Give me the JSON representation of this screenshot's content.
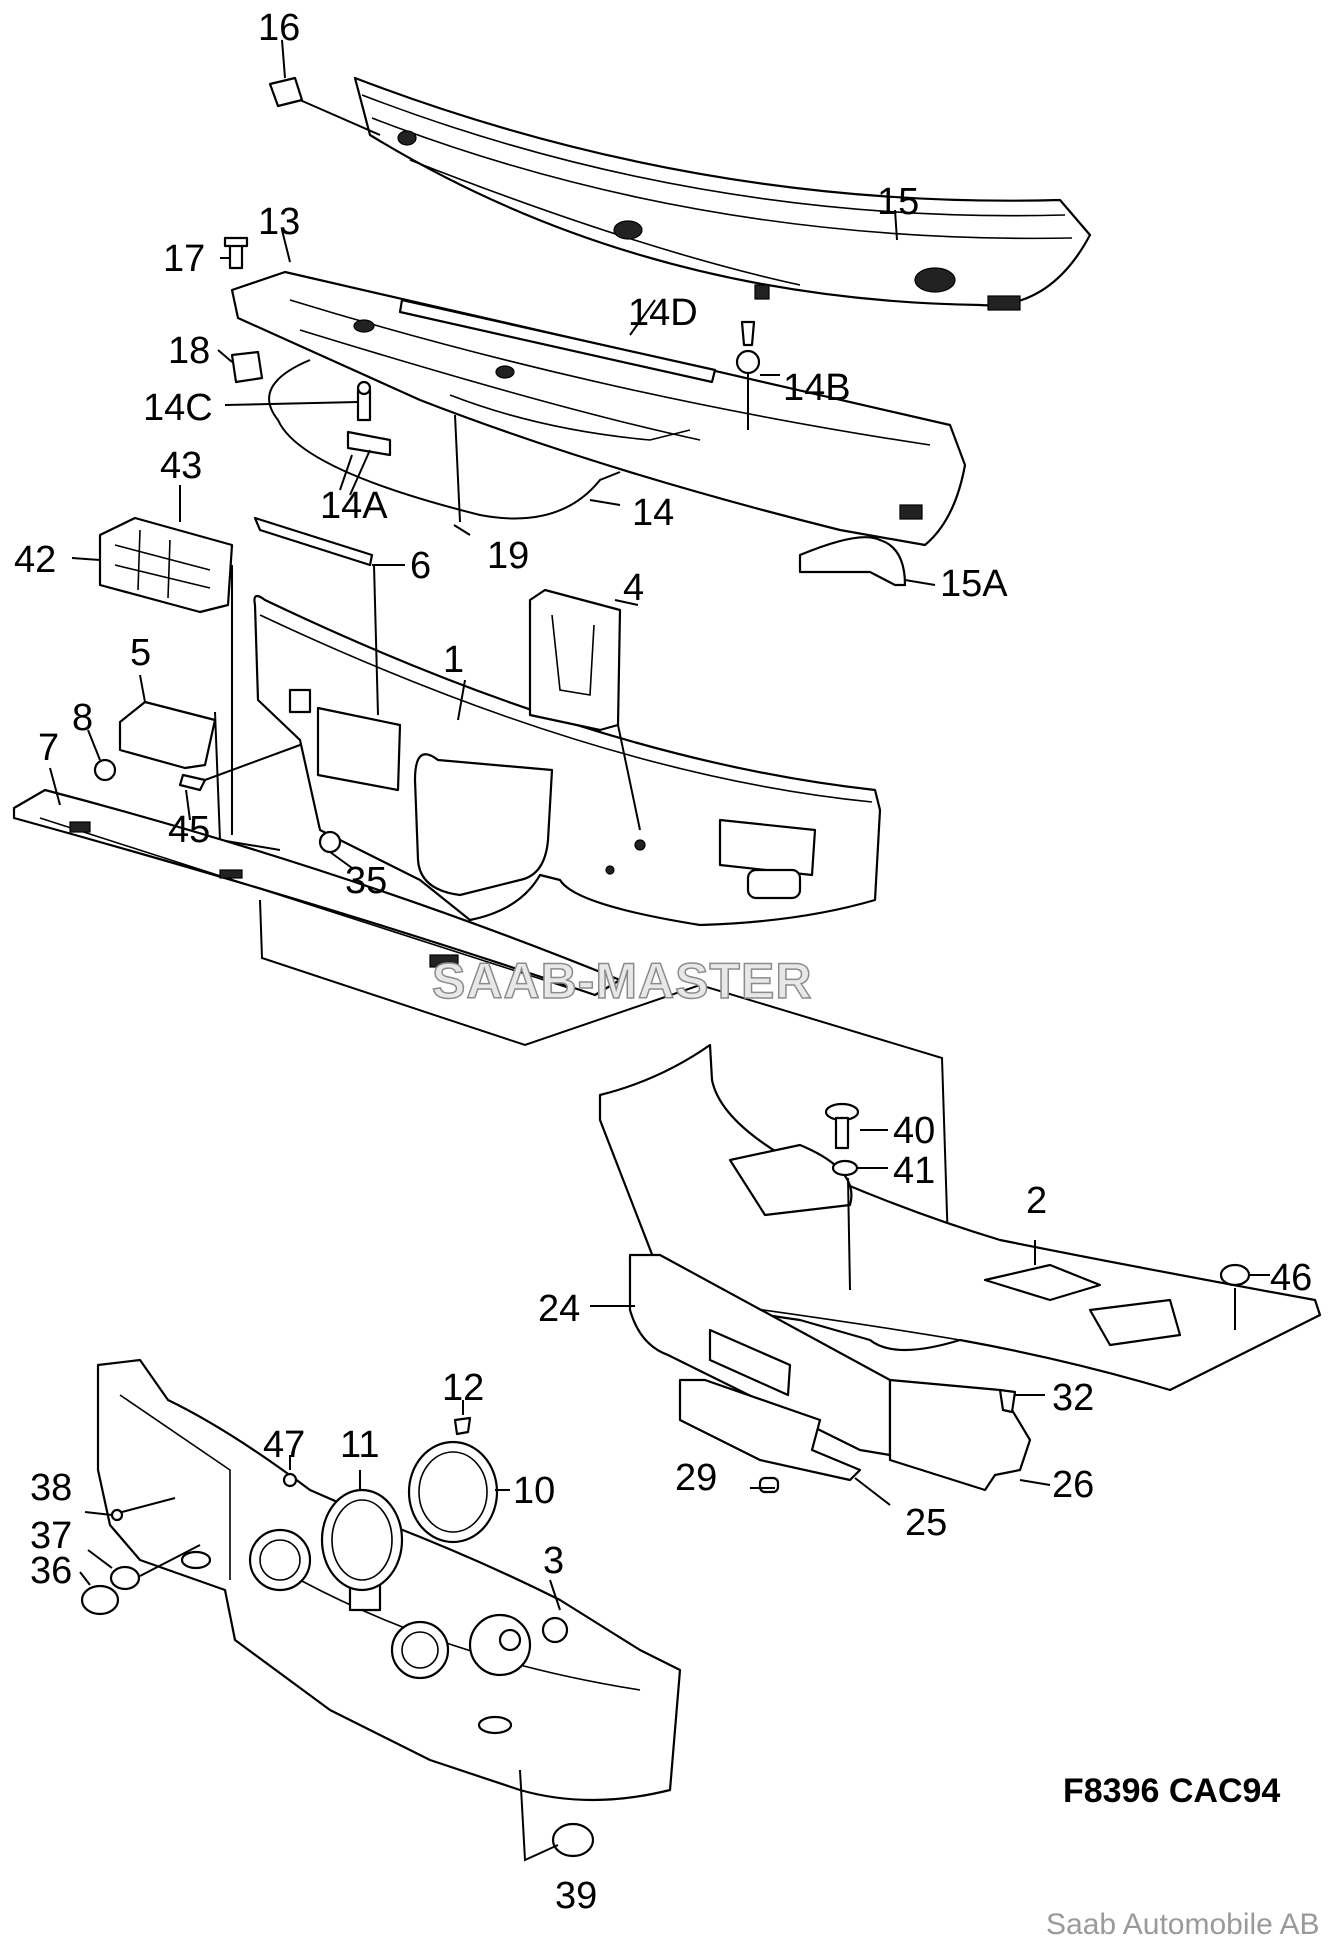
{
  "labels": [
    "16",
    "15",
    "13",
    "17",
    "14D",
    "18",
    "14B",
    "14C",
    "14A",
    "14",
    "19",
    "43",
    "42",
    "6",
    "15A",
    "4",
    "5",
    "1",
    "8",
    "7",
    "45",
    "35",
    "40",
    "41",
    "2",
    "46",
    "24",
    "12",
    "32",
    "47",
    "11",
    "10",
    "38",
    "29",
    "26",
    "37",
    "25",
    "36",
    "3",
    "39"
  ],
  "watermark": "SAAB-MASTER",
  "drawing_code": "F8396 CAC94",
  "copyright": "Saab Automobile AB"
}
